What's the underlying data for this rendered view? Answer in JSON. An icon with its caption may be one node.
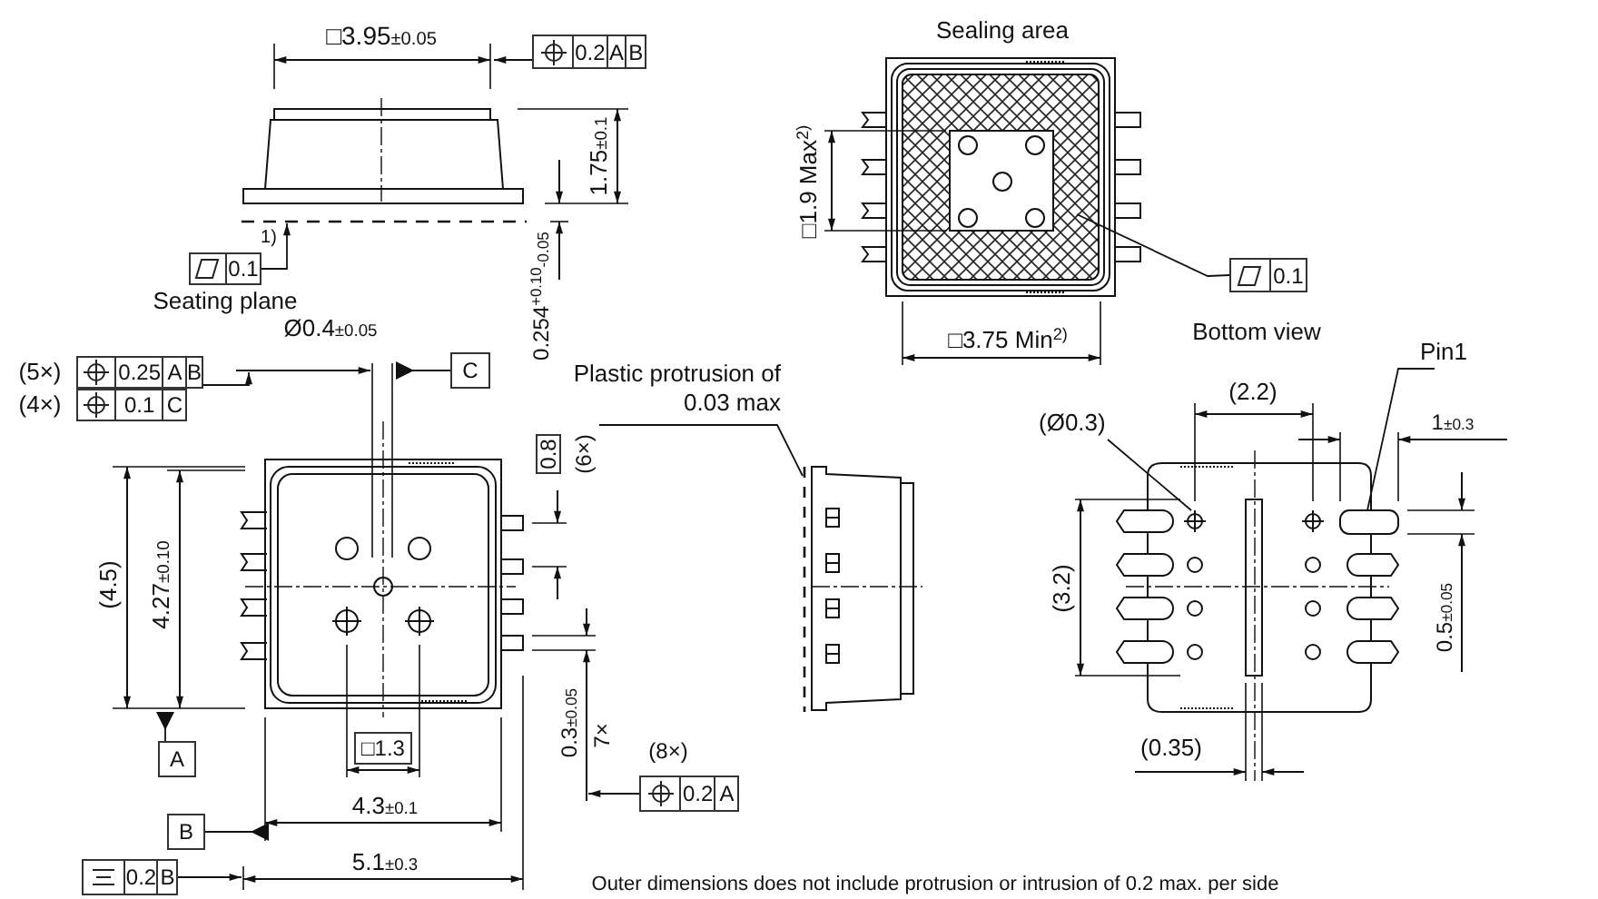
{
  "diagram": {
    "nodes": [
      {
        "text": [
          "0.2",
          "A",
          "B"
        ]
      },
      {
        "text": [
          "0.1"
        ],
        "beside": [
          "Seating plane"
        ]
      },
      {
        "text": [
          "0.1"
        ]
      },
      {
        "text": [
          "0.25",
          "A",
          "B"
        ],
        "beside": [
          "(5×)"
        ]
      },
      {
        "text": [
          "0.1",
          "C"
        ],
        "beside": [
          "(4×)"
        ]
      },
      {
        "text": [
          "C"
        ]
      },
      {
        "text": [
          "A"
        ]
      },
      {
        "text": [
          "B"
        ]
      },
      {
        "text": [
          "□1.3"
        ]
      },
      {
        "text": [
          "0.8"
        ],
        "beside": [
          "(6×)"
        ]
      },
      {
        "text": [
          "0.2",
          "A"
        ],
        "beside": [
          "(8×)"
        ]
      },
      {
        "text": [
          "0.2",
          "B"
        ]
      },
      {
        "text": [
          "Plastic protrusion of 0.03 max"
        ]
      },
      {
        "text": [
          "Pin1"
        ]
      },
      {
        "text": [
          "(Ø0.3)"
        ]
      },
      {
        "text": [],
        "shape": "line"
      },
      {
        "text": [],
        "shape": "line"
      },
      {
        "text": [],
        "shape": "box"
      },
      {
        "text": [],
        "shape": "circle"
      }
    ],
    "edges": [
      {
        "from": 0,
        "to": null,
        "arrow": "to"
      },
      {
        "from": 1,
        "to": 15,
        "arrow": "to"
      },
      {
        "from": 2,
        "to": null,
        "arrow": "none"
      },
      {
        "from": 3,
        "to": null,
        "arrow": "to"
      },
      {
        "from": 5,
        "to": null,
        "arrow": "other"
      },
      {
        "from": 6,
        "to": null,
        "arrow": "other"
      },
      {
        "from": 7,
        "to": null,
        "arrow": "other"
      },
      {
        "from": 10,
        "to": null,
        "arrow": "to"
      },
      {
        "from": 11,
        "to": null,
        "arrow": "to"
      },
      {
        "from": 12,
        "to": 16,
        "arrow": "none"
      },
      {
        "from": 13,
        "to": 17,
        "arrow": "none"
      },
      {
        "from": 14,
        "to": 18,
        "arrow": "none"
      }
    ],
    "labels": [
      "□3.95$_{±0.05}$",
      "1.75$_{±0.1}$",
      "1)",
      "0.254$^{+0.10}$$_{-0.05}$",
      "Sealing area",
      "□1.9 Max$^{2)}$",
      "Bottom view",
      "□3.75 Min$^{2)}$",
      "Ø0.4$_{±0.05}$",
      "(4.5)",
      "4.27$_{±0.10}$",
      "0.3$_{±0.05}$",
      "7×",
      "4.3$_{±0.1}$",
      "5.1$_{±0.3}$",
      "(2.2)",
      "1$_{±0.3}$",
      "(3.2)",
      "0.5$_{±0.05}$",
      "(0.35)",
      "Outer dimensions does not include protrusion or intrusion of 0.2 max. per side"
    ]
  }
}
